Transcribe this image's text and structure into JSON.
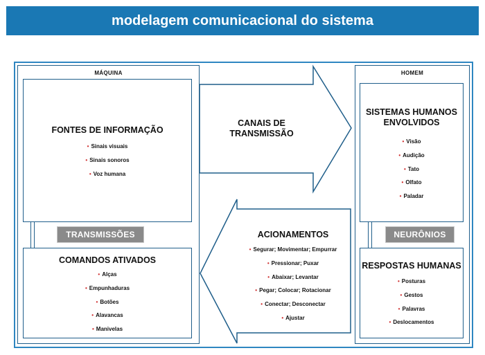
{
  "title": "modelagem comunicacional do sistema",
  "maquina": {
    "label": "MÁQUINA",
    "fontes": {
      "title": "FONTES DE INFORMAÇÃO",
      "items": [
        "Sinais visuais",
        "Sinais sonoros",
        "Voz humana"
      ]
    },
    "connector_label": "TRANSMISSÕES",
    "comandos": {
      "title": "COMANDOS ATIVADOS",
      "items": [
        "Alças",
        "Empunhaduras",
        "Botões",
        "Alavancas",
        "Manivelas"
      ]
    }
  },
  "canais": {
    "title_line1": "CANAIS DE",
    "title_line2": "TRANSMISSÃO"
  },
  "acionamentos": {
    "title": "ACIONAMENTOS",
    "items": [
      "Segurar; Movimentar; Empurrar",
      "Pressionar; Puxar",
      "Abaixar; Levantar",
      "Pegar; Colocar; Rotacionar",
      "Conectar; Desconectar",
      "Ajustar"
    ]
  },
  "homem": {
    "label": "HOMEM",
    "sistemas": {
      "title_line1": "SISTEMAS HUMANOS",
      "title_line2": "ENVOLVIDOS",
      "items": [
        "Visão",
        "Audição",
        "Tato",
        "Olfato",
        "Paladar"
      ]
    },
    "connector_label": "NEURÔNIOS",
    "respostas": {
      "title": "RESPOSTAS HUMANAS",
      "items": [
        "Posturas",
        "Gestos",
        "Palavras",
        "Deslocamentos"
      ]
    }
  },
  "colors": {
    "banner": "#1a78b4",
    "frame": "#2e86c1",
    "tag": "#8a8a8a",
    "bullet": "#d03030"
  }
}
